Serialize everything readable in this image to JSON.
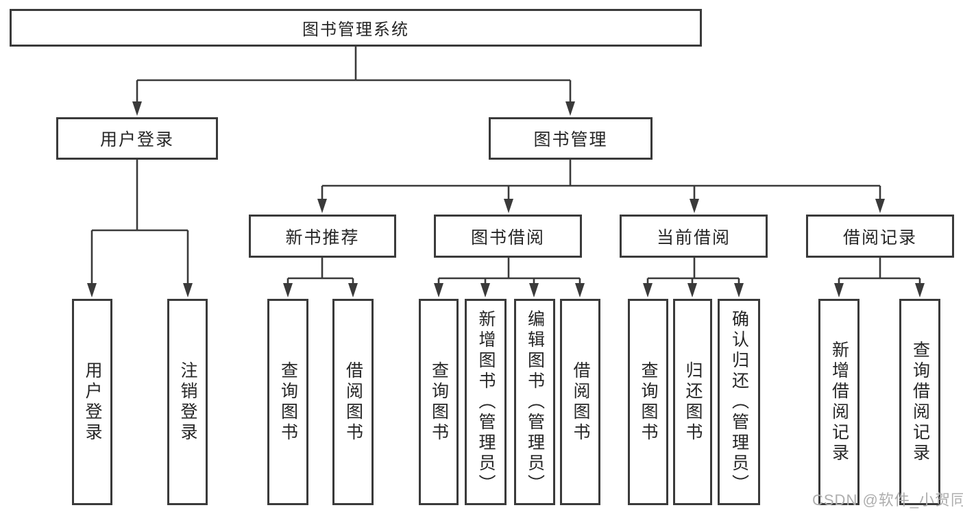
{
  "diagram": {
    "root": "图书管理系统",
    "level2": {
      "user_login": "用户登录",
      "book_mgmt": "图书管理"
    },
    "level3": {
      "new_books": "新书推荐",
      "borrowing": "图书借阅",
      "current": "当前借阅",
      "records": "借阅记录"
    },
    "leaves": {
      "user_login": [
        "用户登录",
        "注销登录"
      ],
      "new_books": [
        "查询图书",
        "借阅图书"
      ],
      "borrowing": [
        "查询图书",
        "新增图书（管理员）",
        "编辑图书（管理员）",
        "借阅图书"
      ],
      "current": [
        "查询图书",
        "归还图书",
        "确认归还（管理员）"
      ],
      "records": [
        "新增借阅记录",
        "查询借阅记录"
      ]
    }
  },
  "watermark": {
    "text": "CSDN @软件_小贺同学"
  },
  "colors": {
    "line": "#3a3a3a",
    "text": "#262626",
    "watermark": "#aeaeae",
    "background": "#ffffff"
  }
}
